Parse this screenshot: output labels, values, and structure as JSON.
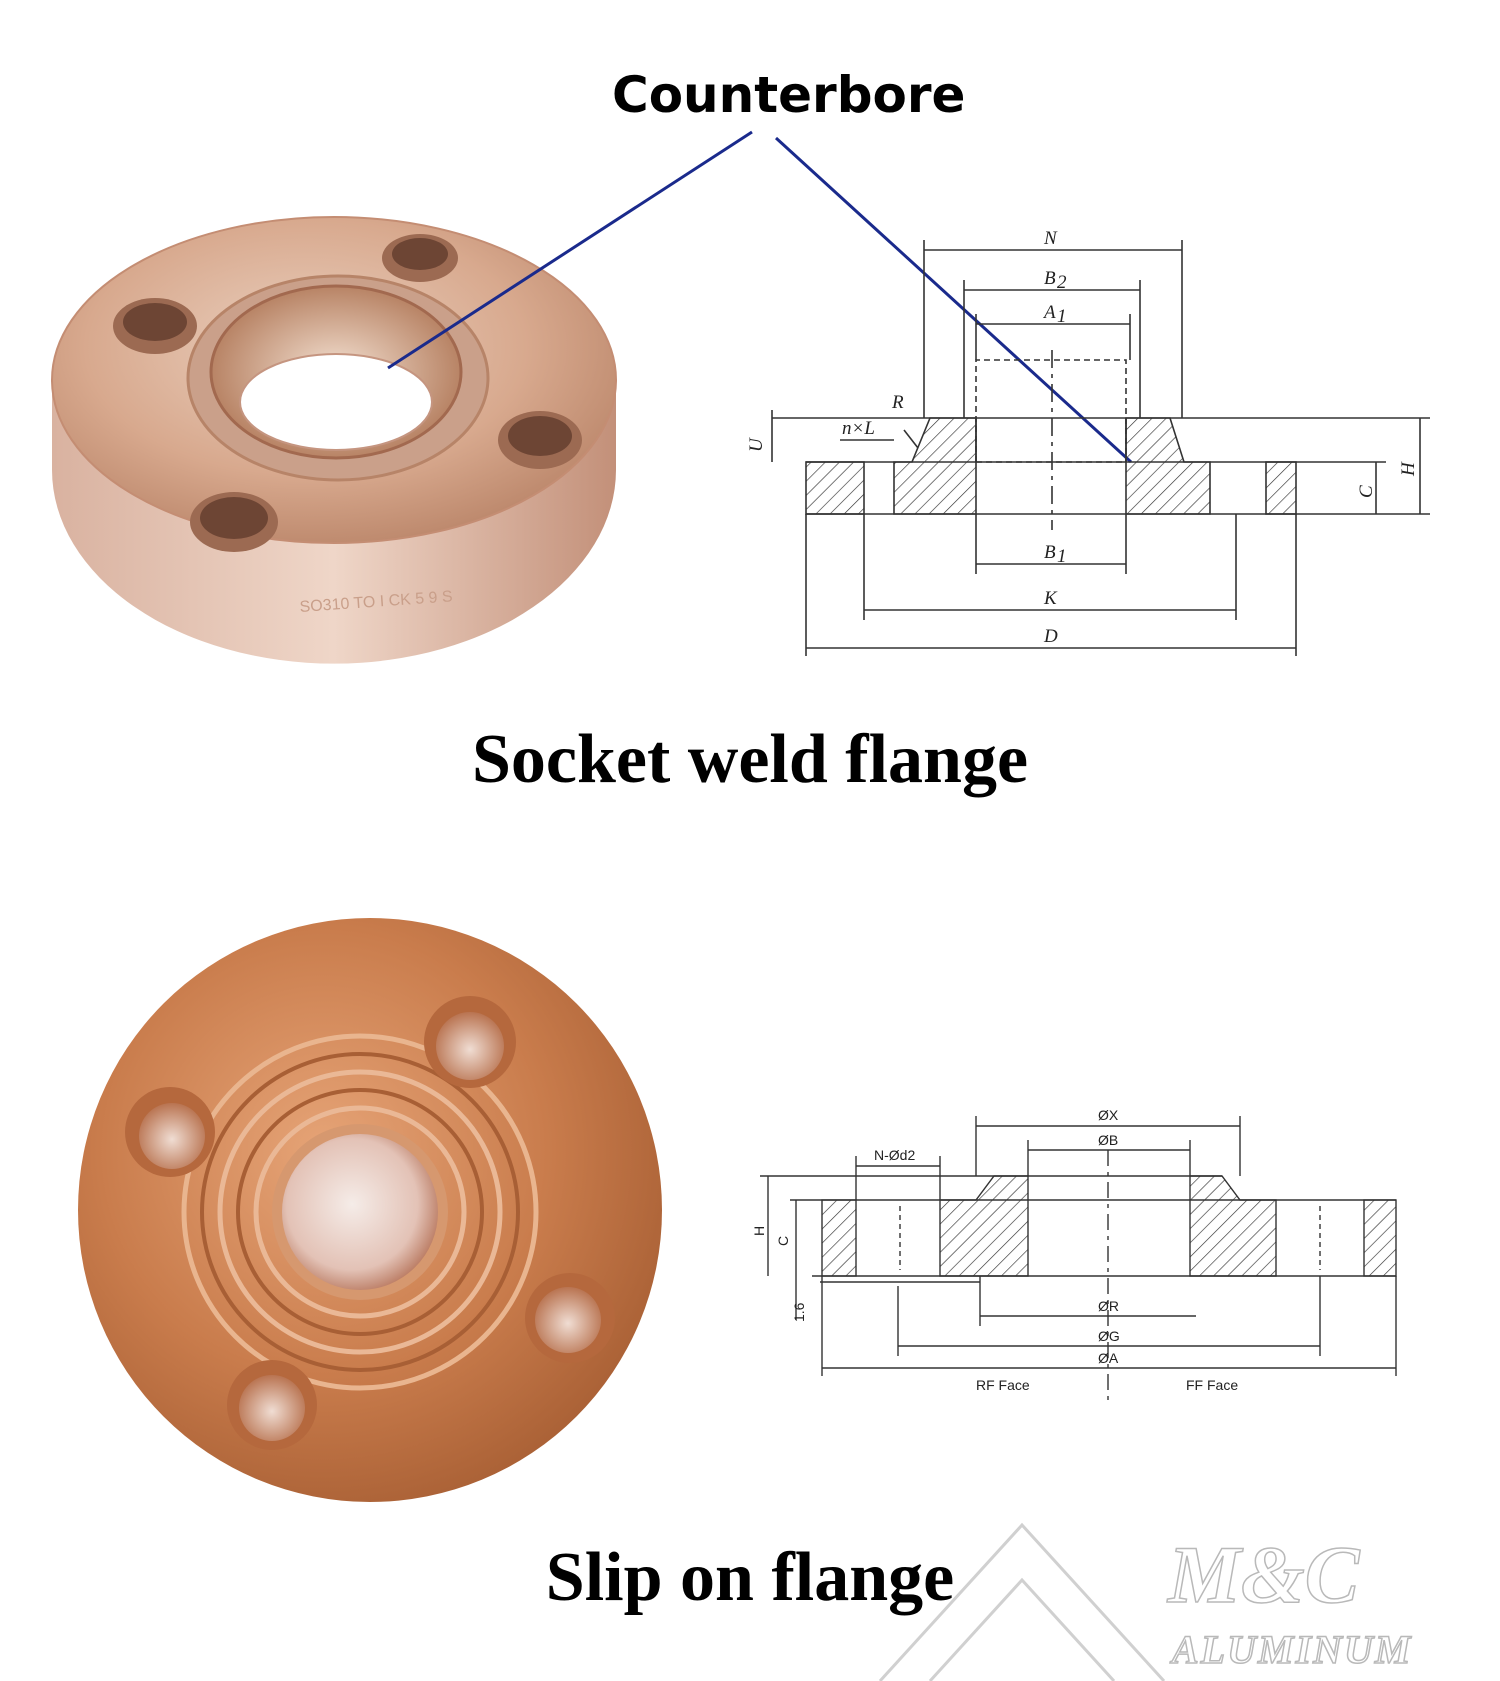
{
  "socket_section": {
    "callout": "Counterbore",
    "title": "Socket weld flange",
    "flange_color": "#d9a990",
    "flange_stamp": "SO310 TO I CK 5 9 S",
    "drawing_labels": {
      "N": "N",
      "B2": "B",
      "B2_sub": "2",
      "A1": "A",
      "A1_sub": "1",
      "R": "R",
      "nxL": "n×L",
      "U": "U",
      "C": "C",
      "H": "H",
      "B1": "B",
      "B1_sub": "1",
      "K": "K",
      "D": "D"
    },
    "leader_color": "#1a2a8c"
  },
  "slip_section": {
    "title": "Slip on flange",
    "flange_color": "#c8794a",
    "drawing_labels": {
      "OX": "ØX",
      "OB": "ØB",
      "Nd2": "N-Ød2",
      "H": "H",
      "C": "C",
      "t16": "1.6",
      "OR": "ØR",
      "OG": "ØG",
      "OA": "ØA",
      "rf": "RF Face",
      "ff": "FF Face"
    }
  },
  "watermark": {
    "brand": "M&C",
    "sub": "ALUMINUM"
  }
}
